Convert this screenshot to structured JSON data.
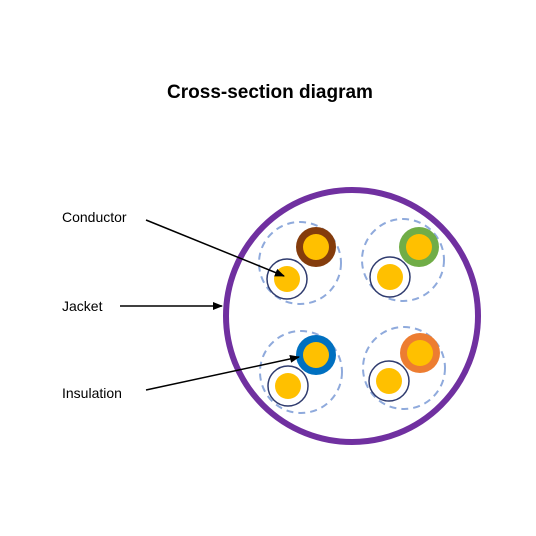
{
  "title": "Cross-section diagram",
  "labels": {
    "conductor": "Conductor",
    "jacket": "Jacket",
    "insulation": "Insulation"
  },
  "colors": {
    "jacket": "#7030a0",
    "pair_outline": "#8faadc",
    "conductor": "#ffc000",
    "white_insulation_outline": "#2f3b6e",
    "arrow": "#000000"
  },
  "pairs": [
    {
      "name": "brown-pair",
      "insulation_color": "#843c0c"
    },
    {
      "name": "green-pair",
      "insulation_color": "#70ad47"
    },
    {
      "name": "blue-pair",
      "insulation_color": "#0070c0"
    },
    {
      "name": "orange-pair",
      "insulation_color": "#ed7d31"
    }
  ]
}
